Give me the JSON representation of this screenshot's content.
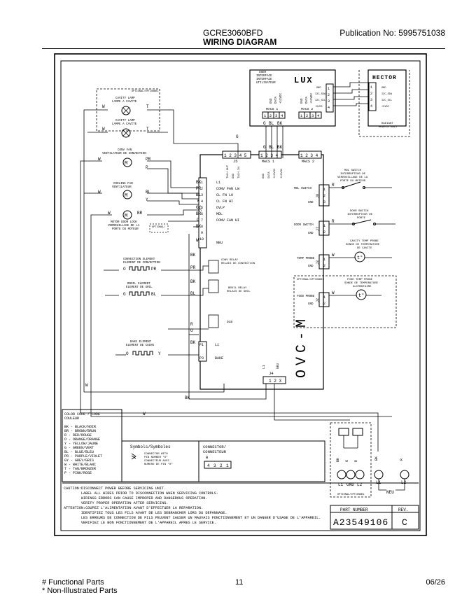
{
  "header": {
    "model": "GCRE3060BFD",
    "title": "WIRING DIAGRAM",
    "publication": "Publication No:  5995751038"
  },
  "footer": {
    "functional_parts": "# Functional Parts",
    "non_illustrated": "* Non-Illustrated Parts",
    "page": "11",
    "date": "06/26"
  },
  "lux": {
    "title": "LUX",
    "ui_label": [
      "USER",
      "INTERFACE",
      "INTERFACE",
      "UTILISATEUR"
    ],
    "mux_pins": [
      "GND",
      "DATA",
      "+13VDC",
      "GND",
      "DATA",
      "+13VDC"
    ],
    "macs1": "MACS 1",
    "macs2": "MACS 2"
  },
  "hector": {
    "title": "HECTOR",
    "left_labels": [
      "GND",
      "I2C_SDA",
      "I2C_SCL",
      "+5VDC"
    ],
    "right_labels": [
      "GND",
      "I2C_SDA",
      "I2C_SCL",
      "+5VDC"
    ],
    "note": [
      "RADIANT",
      "MODELS ONLY"
    ]
  },
  "left_components": {
    "cavity_lamp_opt": "OPTIONAL/OPTIONNEL",
    "cavity_lamp_1": [
      "CAVITY LAMP",
      "LAMPE A CAVITE"
    ],
    "cavity_lamp_2": [
      "CAVITY LAMP",
      "LAMPE A CAVITE"
    ],
    "conv_fan": [
      "CONV FAN",
      "VENTILATEUR DE CONVECTION"
    ],
    "cooling_fan": [
      "COOLING FAN",
      "VENTILATEUR"
    ],
    "door_lock": [
      "MOTOR DOOR LOCK",
      "VERROUILLAGE DE LA",
      "PORTE DU MOTEUR"
    ],
    "optional": "OPTIONAL/",
    "conv_element": [
      "CONVECTION ELEMENT",
      "ELEMENT DE CONVECTION"
    ],
    "broil_element": [
      "BROIL ELEMENT",
      "ELEMENT DE GRIL"
    ],
    "bake_element": [
      "BAKE ELEMENT",
      "ELEMENT DE CUIRE"
    ]
  },
  "ovc": {
    "title": "OVC-M",
    "j5": "J5",
    "j5_pins": [
      "TACH OUT",
      "GND",
      "TACH IN"
    ],
    "macs1": "MACS 1",
    "macs2": "MACS 2",
    "macs_pins": [
      "GND",
      "DATA",
      "+13VDC"
    ],
    "j1_labels": [
      "L1",
      "CONV FAN LW",
      "CL FN LO",
      "CL FN HI",
      "OVLP",
      "MDL",
      "CONV FAN HI",
      "",
      "",
      "NEU"
    ],
    "j1": "J1",
    "conv_relay": [
      "CONV RELAY",
      "RELAIS DE CONVECTION"
    ],
    "broil_relay": [
      "BROIL RELAY",
      "RELAIS DE GRIL"
    ],
    "dlb": "DLB",
    "k3_labels": [
      "L1",
      "BAKE"
    ],
    "p1": "P1",
    "p3": "P3",
    "j4": "J4",
    "j4_labels": [
      "L1",
      "NEU"
    ]
  },
  "right_components": {
    "mdl_switch": [
      "MDL SWITCH",
      "INTERRUPTEUR DE",
      "VERROUILLAGE DE LA",
      "PORTE DU MOTEUR"
    ],
    "mdl_switch_label": "MDL SWITCH",
    "door_switch": [
      "DOOR SWITCH",
      "INTERRUPTEUR DE",
      "PORTE"
    ],
    "door_switch_label": "DOOR SWITCH",
    "cavity_probe": [
      "CAVITY TEMP PROBE",
      "SONDE DE TEMPERATURE",
      "DE CAVITE"
    ],
    "temp_probe_label": "TEMP PROBE",
    "optional": "OPTIONAL/OPTIONNEL",
    "food_probe": [
      "FOOD TEMP PROBE",
      "SONDE DE TEMPERATURE",
      "ALIMENTAIRE"
    ],
    "food_probe_label": "FOOD PROBE",
    "gnd": "GND",
    "j8": "J8",
    "j3": "J3",
    "j2": "J2",
    "j7": "J7"
  },
  "color_code": {
    "title": [
      "COLOR CODE / CODE",
      "COULEUR"
    ],
    "items": [
      "BK - BLACK/NOIR",
      "BR - BROWN/BRUN",
      "R  - RED/ROUGE",
      "O  - ORANGE/ORANGE",
      "Y  - YELLOW/JAUNE",
      "G  - GREEN/VERT",
      "BL - BLUE/BLEU",
      "PR - PURPLE/VIOLET",
      "GY - GREY/GRIS",
      "W  - WHITE/BLANC",
      "T  - TAN/BRONZER",
      "P  - PINK/ROSE"
    ]
  },
  "symbols": {
    "title": "Symbols/Symboles",
    "desc": [
      "CONNECTOR WITH",
      "PIN NUMBER \"X\"",
      "CONNECTEUR AVEC",
      "NUMERO DE PIN \"X\""
    ],
    "connector_title": [
      "CONNECTOR/",
      "CONNECTEUR"
    ],
    "connector_pins": [
      "4",
      "3",
      "2",
      "1"
    ],
    "b": "B"
  },
  "caution": {
    "lines": [
      "CAUTION:DISCONNECT POWER BEFORE SERVICING UNIT.",
      "        LABEL ALL WIRES PRIOR TO DISCONNECTION WHEN SERVICING CONTROLS.",
      "        WIRINGS ERRORS CAN CAUSE IMPROPER AND DANGEROUS OPERATION.",
      "        VERIFY PROPER OPERATION AFTER SERVICING.",
      "ATTENTION:COUPEZ L'ALIMENTATION AVANT D'EFFECTUER LA REPARATION.",
      "        IDENTIFIEZ TOUS LES FILS AVANT DE LES DEBRANCHER LORS DU DEPANNAGE.",
      "        LES ERREURS DE CONNECTION DE FILS PEUVENT CAUSER UN MAUVAIS FONCTIONNEMENT ET UN DANGER D'USAGE DE L'APPAREIL.",
      "        VERIFIEZ LE BON FONCTIONNEMENT DE L'APPAREIL APRES LE SERVICE."
    ]
  },
  "part_box": {
    "part_label": "PART NUMBER",
    "rev_label": "REV.",
    "part": "A23549106",
    "rev": "C"
  },
  "terminal": {
    "labels": [
      "L1",
      "GND",
      "L2"
    ],
    "optional": "OPTIONAL/OPTIONNEL",
    "l1": "L1",
    "l2": "L2",
    "neu": "NEU"
  },
  "wire_colors": {
    "main": [
      "BK",
      "W",
      "BL",
      "BR",
      "PR",
      "Y",
      "O",
      "R",
      "P",
      "G",
      "T",
      "GY"
    ]
  }
}
